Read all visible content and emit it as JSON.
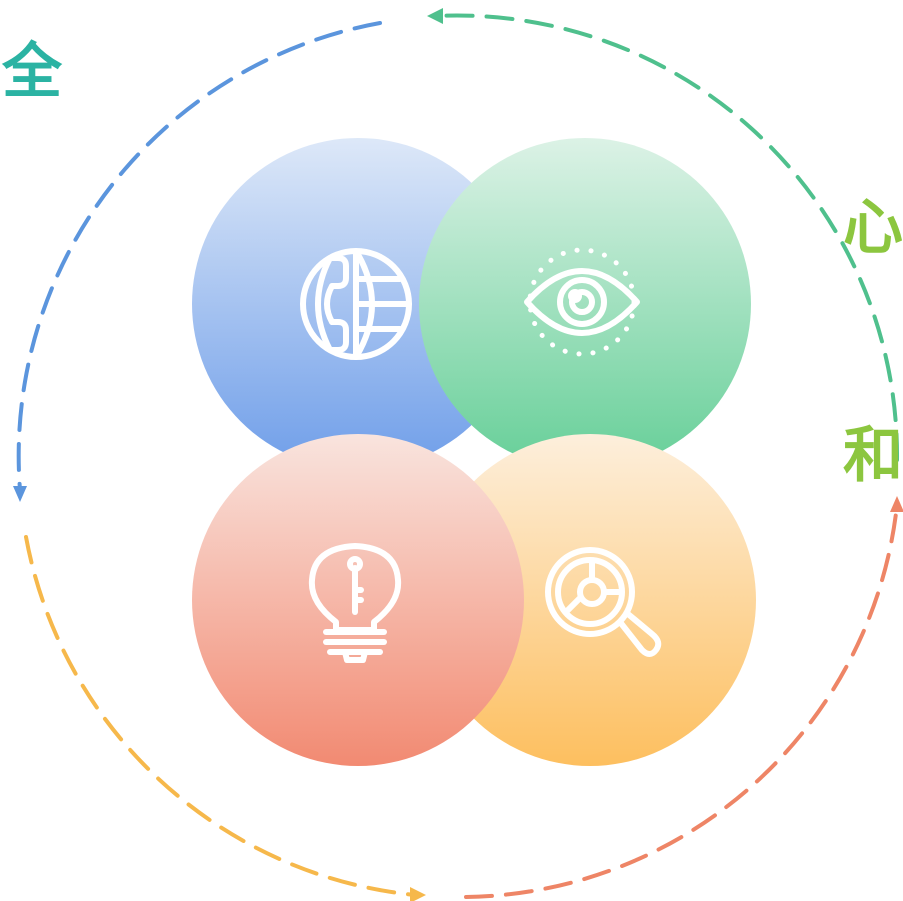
{
  "labels": {
    "left": "全",
    "right_line1": "心",
    "right_line2": "和"
  },
  "colors": {
    "label_left": "#2bb3a3",
    "label_right": "#8cc63f",
    "arc_top_left": "#5b95dd",
    "arc_top_right": "#4fc08d",
    "arc_bottom_left": "#f6b84b",
    "arc_bottom_right": "#ee8566",
    "circle_blue": [
      "#dde8f8",
      "#6f9ee9"
    ],
    "circle_green": [
      "#dcf2e6",
      "#66cf98"
    ],
    "circle_orange": [
      "#fdefdc",
      "#fdbf5f"
    ],
    "circle_red": [
      "#f9e4de",
      "#f28a72"
    ],
    "icon_stroke": "#ffffff"
  },
  "nodes": [
    {
      "id": "phone-globe",
      "icon": "phone-globe-icon",
      "color": "blue"
    },
    {
      "id": "eye",
      "icon": "eye-icon",
      "color": "green"
    },
    {
      "id": "bulb-key",
      "icon": "lightbulb-key-icon",
      "color": "red"
    },
    {
      "id": "magnifier-chart",
      "icon": "magnifier-chart-icon",
      "color": "orange"
    }
  ]
}
